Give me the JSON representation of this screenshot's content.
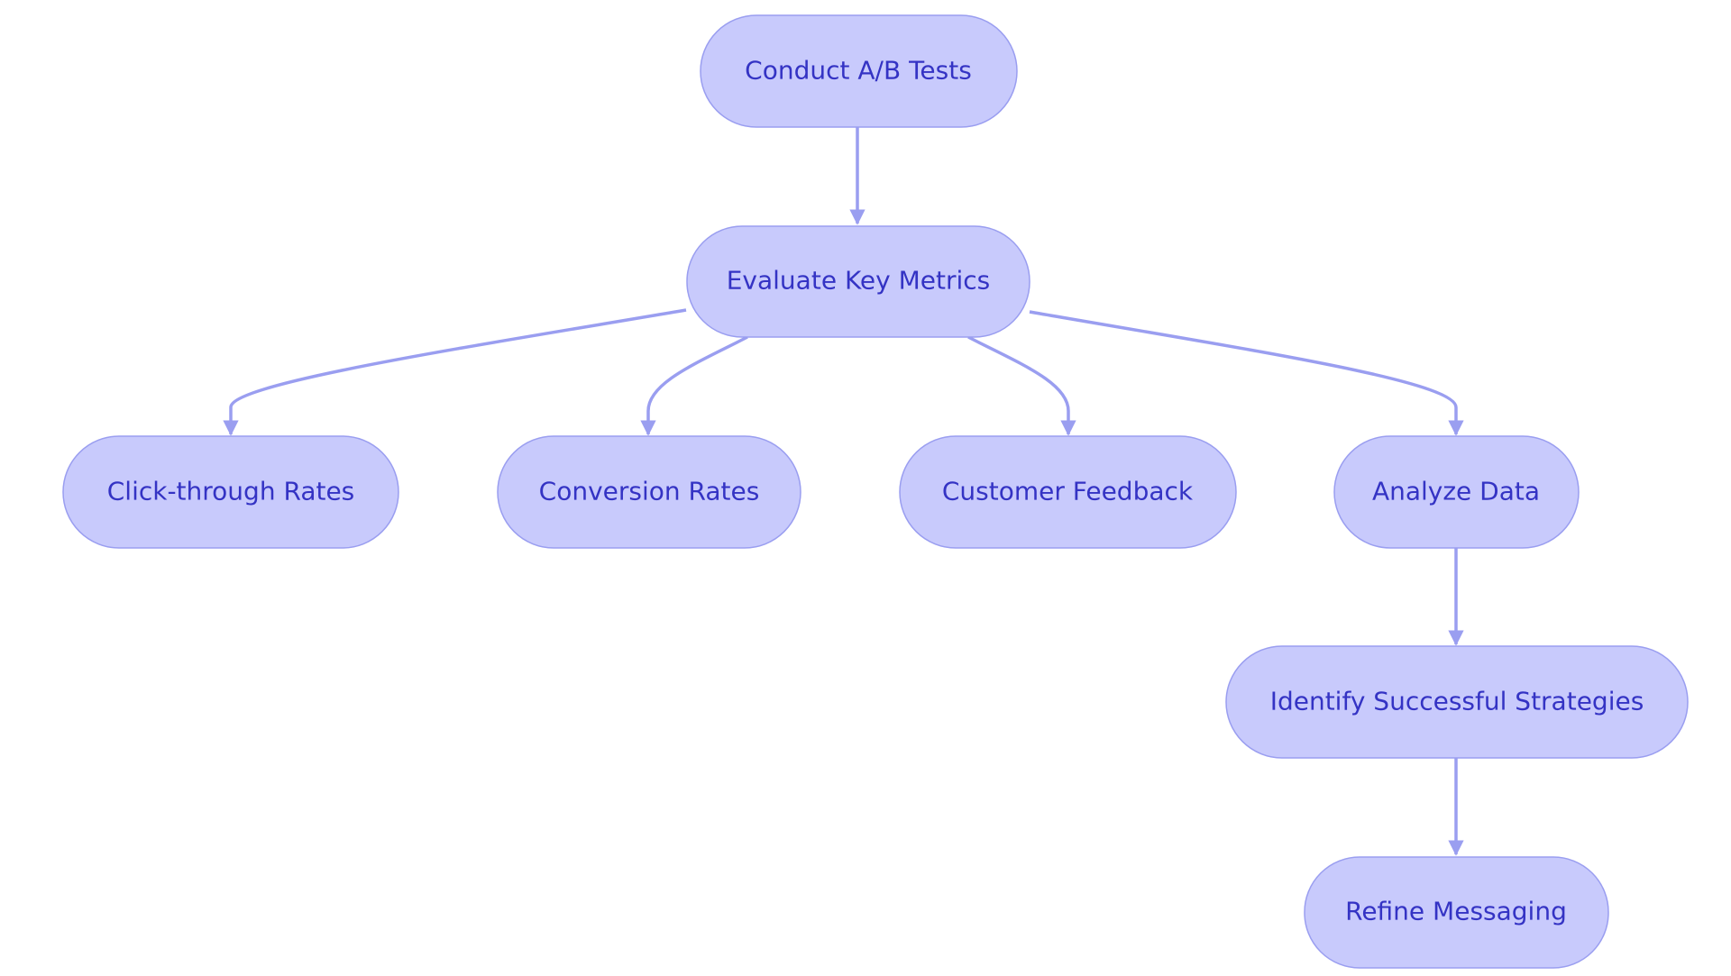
{
  "colors": {
    "background": "#ffffff",
    "node_fill": "#c8cafc",
    "node_stroke": "#9a9ef0",
    "edge": "#9a9ef0",
    "text": "#3433c4"
  },
  "nodes": {
    "conduct_ab_tests": "Conduct A/B Tests",
    "evaluate_key_metrics": "Evaluate Key Metrics",
    "click_through_rates": "Click-through Rates",
    "conversion_rates": "Conversion Rates",
    "customer_feedback": "Customer Feedback",
    "analyze_data": "Analyze Data",
    "identify_successful_strategies": "Identify Successful Strategies",
    "refine_messaging": "Refine Messaging"
  },
  "edges": [
    {
      "from": "conduct_ab_tests",
      "to": "evaluate_key_metrics"
    },
    {
      "from": "evaluate_key_metrics",
      "to": "click_through_rates"
    },
    {
      "from": "evaluate_key_metrics",
      "to": "conversion_rates"
    },
    {
      "from": "evaluate_key_metrics",
      "to": "customer_feedback"
    },
    {
      "from": "evaluate_key_metrics",
      "to": "analyze_data"
    },
    {
      "from": "analyze_data",
      "to": "identify_successful_strategies"
    },
    {
      "from": "identify_successful_strategies",
      "to": "refine_messaging"
    }
  ]
}
